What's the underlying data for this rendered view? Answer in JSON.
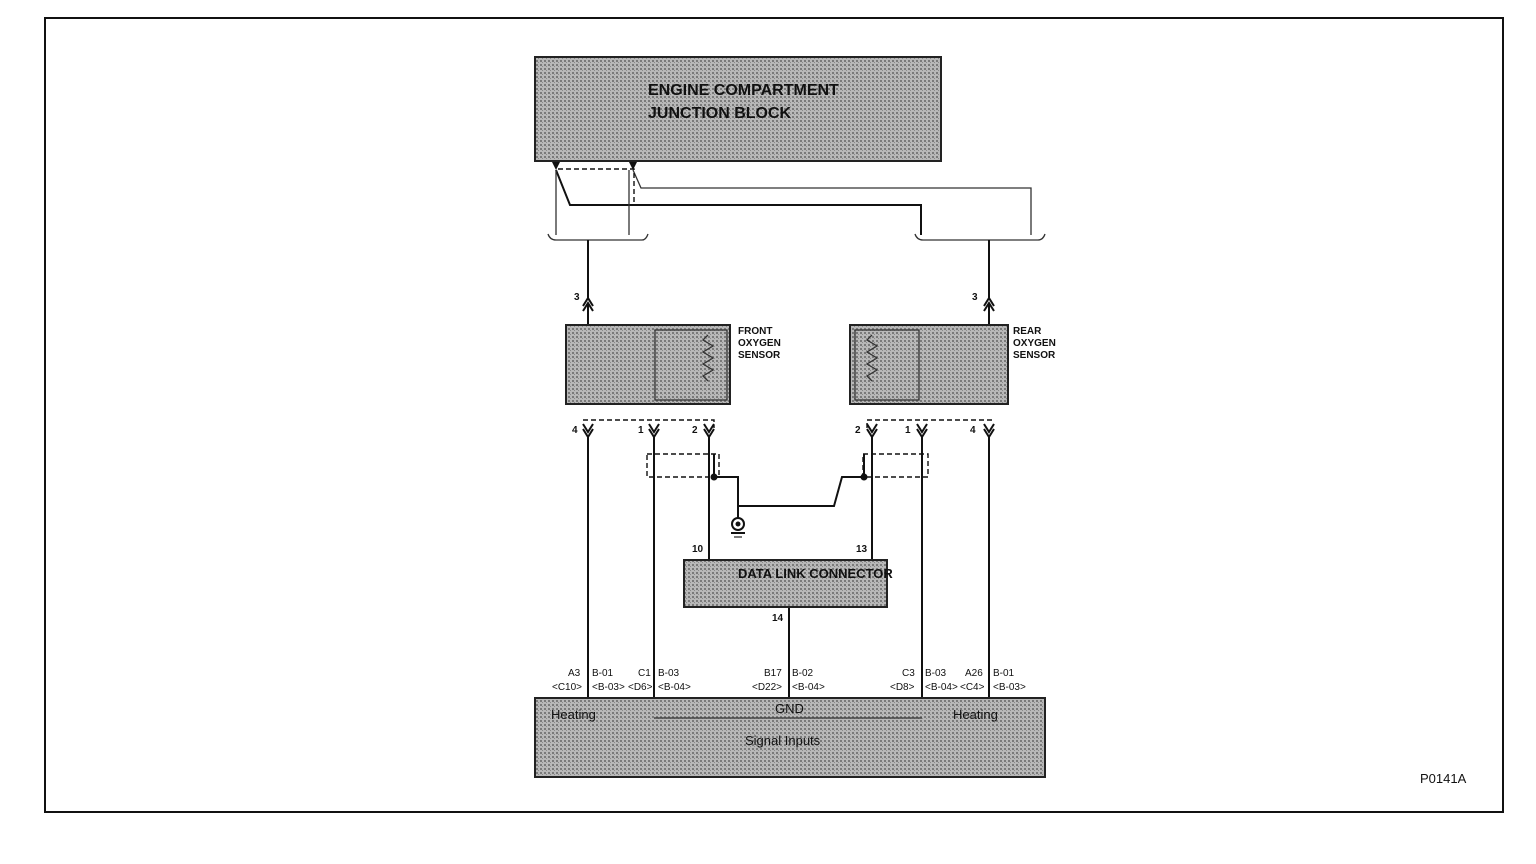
{
  "junction_block": {
    "line1": "ENGINE COMPARTMENT",
    "line2": "JUNCTION BLOCK"
  },
  "front_sensor": {
    "line1": "FRONT",
    "line2": "OXYGEN",
    "line3": "SENSOR",
    "pin_top": "3",
    "pin_4": "4",
    "pin_1": "1",
    "pin_2": "2"
  },
  "rear_sensor": {
    "line1": "REAR",
    "line2": "OXYGEN",
    "line3": "SENSOR",
    "pin_top": "3",
    "pin_2": "2",
    "pin_1": "1",
    "pin_4": "4"
  },
  "data_link": {
    "label": "DATA LINK CONNECTOR",
    "pin_10": "10",
    "pin_13": "13",
    "pin_14": "14"
  },
  "ecm_pins": [
    {
      "a": "A3",
      "b": "B-01",
      "c": "<C10>",
      "d": "<B-03>"
    },
    {
      "a": "C1",
      "b": "B-03",
      "c": "<D6>",
      "d": "<B-04>"
    },
    {
      "a": "B17",
      "b": "B-02",
      "c": "<D22>",
      "d": "<B-04>"
    },
    {
      "a": "C3",
      "b": "B-03",
      "c": "<D8>",
      "d": "<B-04>"
    },
    {
      "a": "A26",
      "b": "B-01",
      "c": "<C4>",
      "d": "<B-03>"
    }
  ],
  "ecm": {
    "heating_left": "Heating",
    "gnd": "GND",
    "heating_right": "Heating",
    "signal": "Signal Inputs"
  },
  "figure_id": "P0141A",
  "colors": {
    "box_fill": "#9a9a9a",
    "line": "#111111"
  }
}
